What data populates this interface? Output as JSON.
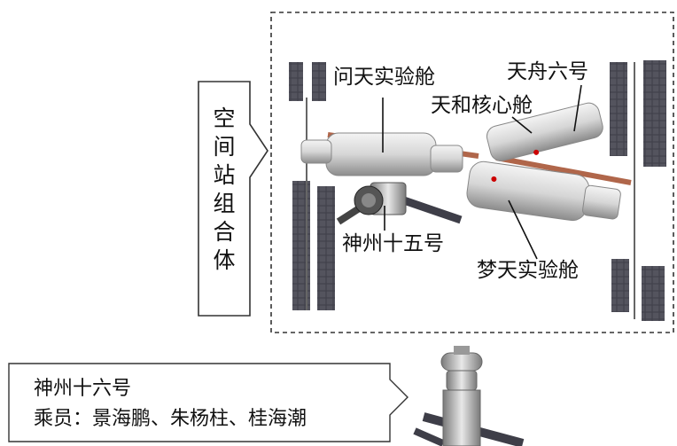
{
  "group_label": [
    "空",
    "间",
    "站",
    "组",
    "合",
    "体"
  ],
  "modules": {
    "wentian": "问天实验舱",
    "tianzhou": "天舟六号",
    "tianhe": "天和核心舱",
    "shenzhou15": "神州十五号",
    "mengtian": "梦天实验舱"
  },
  "arriving": {
    "name": "神州十六号",
    "crew": "乘员：景海鹏、朱杨柱、桂海潮"
  }
}
